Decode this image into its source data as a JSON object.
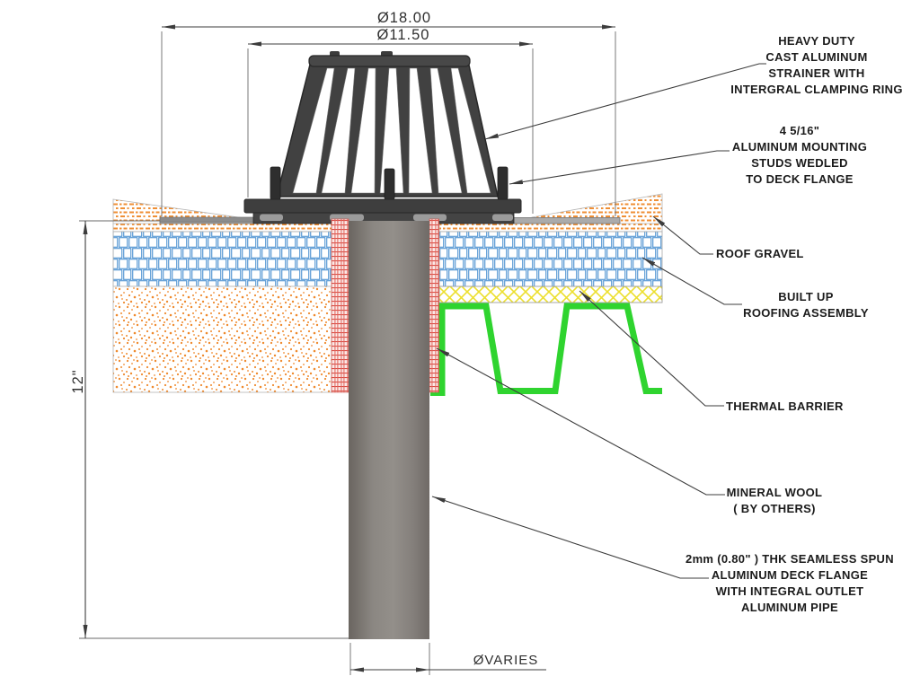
{
  "dimensions": {
    "outer_diameter": "Ø18.00",
    "clamp_diameter": "Ø11.50",
    "depth": "12\"",
    "pipe_diameter": "ØVARIES"
  },
  "labels": {
    "strainer": [
      "HEAVY DUTY",
      "CAST ALUMINUM",
      "STRAINER WITH",
      "INTERGRAL CLAMPING RING"
    ],
    "studs": [
      "4 5/16\"",
      "ALUMINUM MOUNTING",
      "STUDS WEDLED",
      "TO DECK FLANGE"
    ],
    "roof_gravel": "ROOF GRAVEL",
    "built_up": [
      "BUILT UP",
      "ROOFING ASSEMBLY"
    ],
    "thermal_barrier": "THERMAL BARRIER",
    "mineral_wool": [
      "MINERAL WOOL",
      "( BY OTHERS)"
    ],
    "deck_flange": [
      "2mm (0.80\" ) THK SEAMLESS SPUN",
      "ALUMINUM DECK FLANGE",
      "WITH INTEGRAL OUTLET",
      "ALUMINUM PIPE"
    ]
  },
  "colors": {
    "gravel_orange": "#ef8f35",
    "ballast_blue": "#5b9bd5",
    "insulation_orange": "#ef8a2e",
    "mineral_wool_red": "#d94a42",
    "thermal_yellow": "#ecdf2e",
    "deck_green": "#2fd42f",
    "strainer_gray": "#414141",
    "pipe_gray": "#8b8782",
    "line_color": "#3c3c3c"
  }
}
